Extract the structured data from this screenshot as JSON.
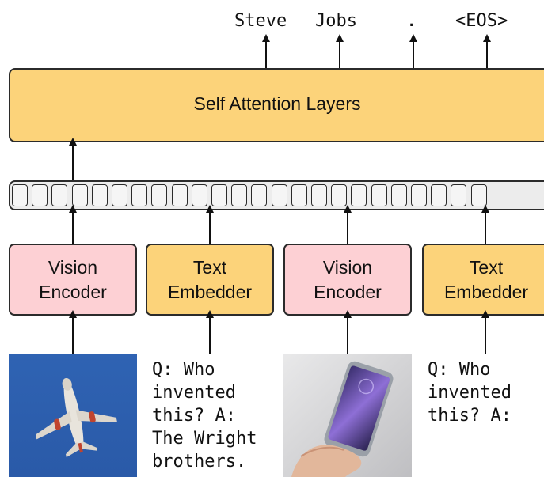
{
  "output_tokens": [
    "Steve",
    "Jobs",
    ".",
    "<EOS>"
  ],
  "self_attention": {
    "label": "Self Attention Layers"
  },
  "token_sequence": {
    "filled_count": 24
  },
  "modules": [
    {
      "line1": "Vision",
      "line2": "Encoder"
    },
    {
      "line1": "Text",
      "line2": "Embedder"
    },
    {
      "line1": "Vision",
      "line2": "Encoder"
    },
    {
      "line1": "Text",
      "line2": "Embedder"
    }
  ],
  "inputs": {
    "image1": "airplane-photo",
    "text1": [
      "Q: Who",
      "invented",
      "this? A:",
      "The Wright",
      "brothers."
    ],
    "image2": "smartphone-photo",
    "text2": [
      "Q: Who",
      "invented",
      "this? A:"
    ]
  },
  "colors": {
    "attention_fill": "#fcd37a",
    "vision_fill": "#fdd0d4",
    "embedder_fill": "#fcd37a",
    "token_bar_fill": "#ececec"
  }
}
